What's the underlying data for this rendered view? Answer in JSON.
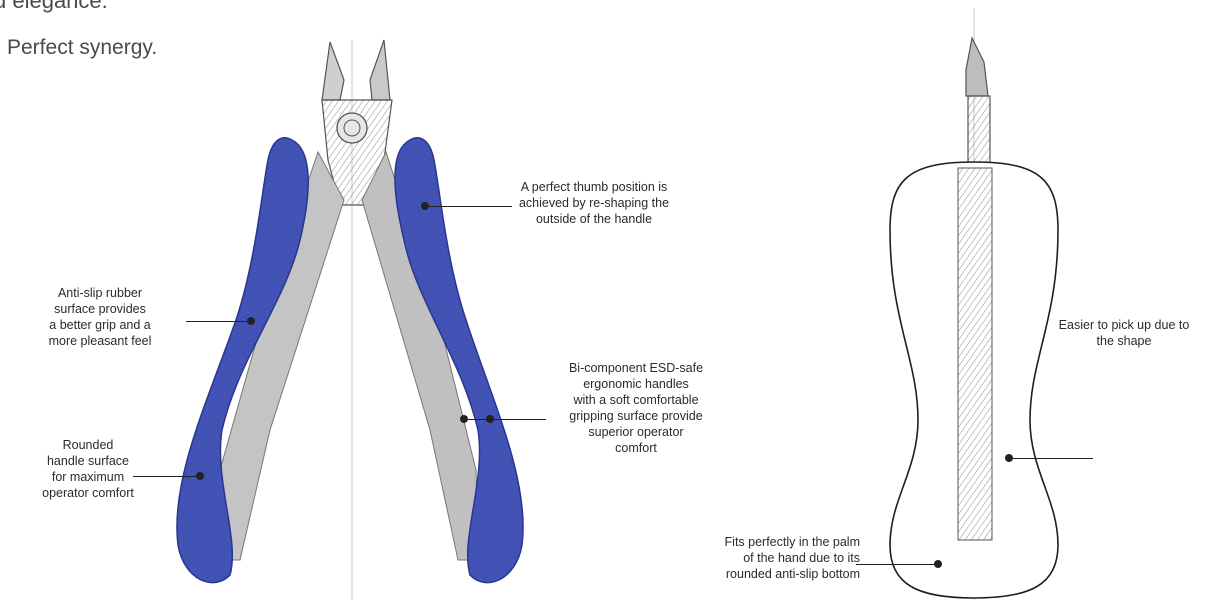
{
  "header": {
    "heading_fragment": "d elegance.",
    "tagline": "Perfect synergy."
  },
  "annotations": {
    "thumb_position": "A perfect thumb position is\nachieved by re-shaping the\noutside of the handle",
    "anti_slip": "Anti-slip rubber\nsurface provides\na better grip and a\nmore pleasant feel",
    "bi_component": "Bi-component ESD-safe\nergonomic handles\nwith a soft comfortable\ngripping surface provide\nsuperior operator\ncomfort",
    "rounded_handle": "Rounded\nhandle surface\nfor maximum\noperator comfort",
    "easier_pick_up": "Easier to pick up due to\nthe shape",
    "fits_palm": "Fits perfectly in the palm\nof the hand due to its\nrounded anti-slip bottom"
  },
  "colors": {
    "handle_blue": "#3f4fb0",
    "steel_gray": "#b8b8b8",
    "pencil": "#555555"
  }
}
